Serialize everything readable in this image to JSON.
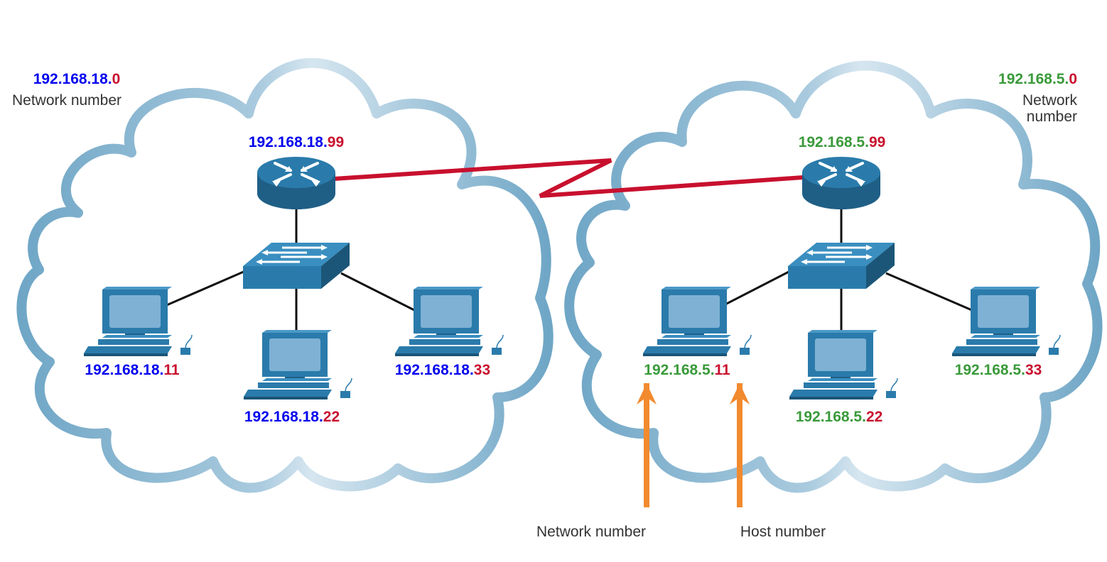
{
  "colors": {
    "left_network_part": "#0000ee",
    "right_network_part": "#3a9a3a",
    "host_part": "#c8102e",
    "cloud_stroke": "#6fa6c6",
    "cloud_highlight": "#d6e6f0",
    "device": "#2a7bab",
    "wan_link": "#c8102e",
    "arrow": "#f28a2e",
    "caption": "#333333"
  },
  "left_network": {
    "address": {
      "net": "192.168.18.",
      "host": "0"
    },
    "caption": "Network number",
    "router": {
      "net": "192.168.18.",
      "host": "99"
    },
    "pcs": [
      {
        "net": "192.168.18.",
        "host": "11"
      },
      {
        "net": "192.168.18.",
        "host": "22"
      },
      {
        "net": "192.168.18.",
        "host": "33"
      }
    ]
  },
  "right_network": {
    "address": {
      "net": "192.168.5.",
      "host": "0"
    },
    "caption_line1": "Network",
    "caption_line2": "number",
    "router": {
      "net": "192.168.5.",
      "host": "99"
    },
    "pcs": [
      {
        "net": "192.168.5.",
        "host": "11"
      },
      {
        "net": "192.168.5.",
        "host": "22"
      },
      {
        "net": "192.168.5.",
        "host": "33"
      }
    ]
  },
  "annotations": {
    "network_number": "Network number",
    "host_number": "Host number"
  },
  "icons": [
    "cloud-icon",
    "router-icon",
    "switch-icon",
    "pc-icon",
    "arrow-up-icon"
  ]
}
